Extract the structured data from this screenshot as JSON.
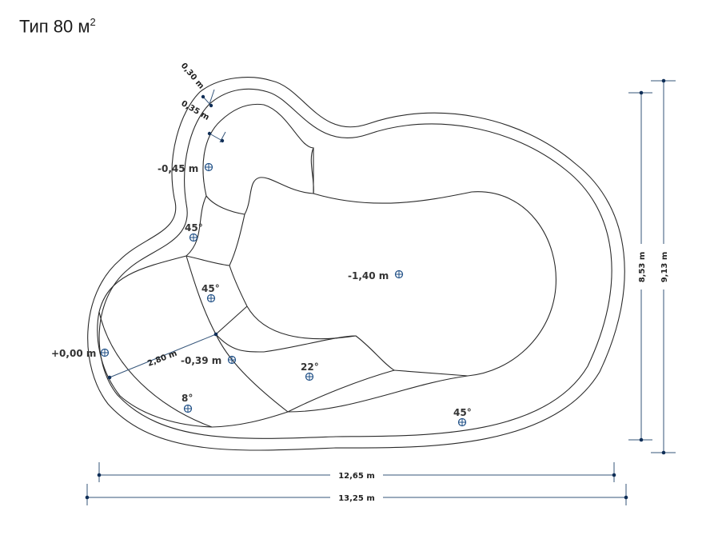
{
  "title": {
    "text": "Тип 80 м",
    "sup": "2"
  },
  "levels": {
    "shallow_step": "-0,45 m",
    "deep": "-1,40 m",
    "edge": "+0,00 m",
    "mid_step": "-0,39 m"
  },
  "angles": {
    "a1": "45°",
    "a2": "45°",
    "a3": "22°",
    "a4": "8°",
    "a5": "45°"
  },
  "dimensions": {
    "width_inner": "12,65 m",
    "width_outer": "13,25 m",
    "height_inner": "8,53 m",
    "height_outer": "9,13 m",
    "wall_outer": "0,30 m",
    "wall_inner": "0,35 m",
    "radius": "2,80 m"
  }
}
